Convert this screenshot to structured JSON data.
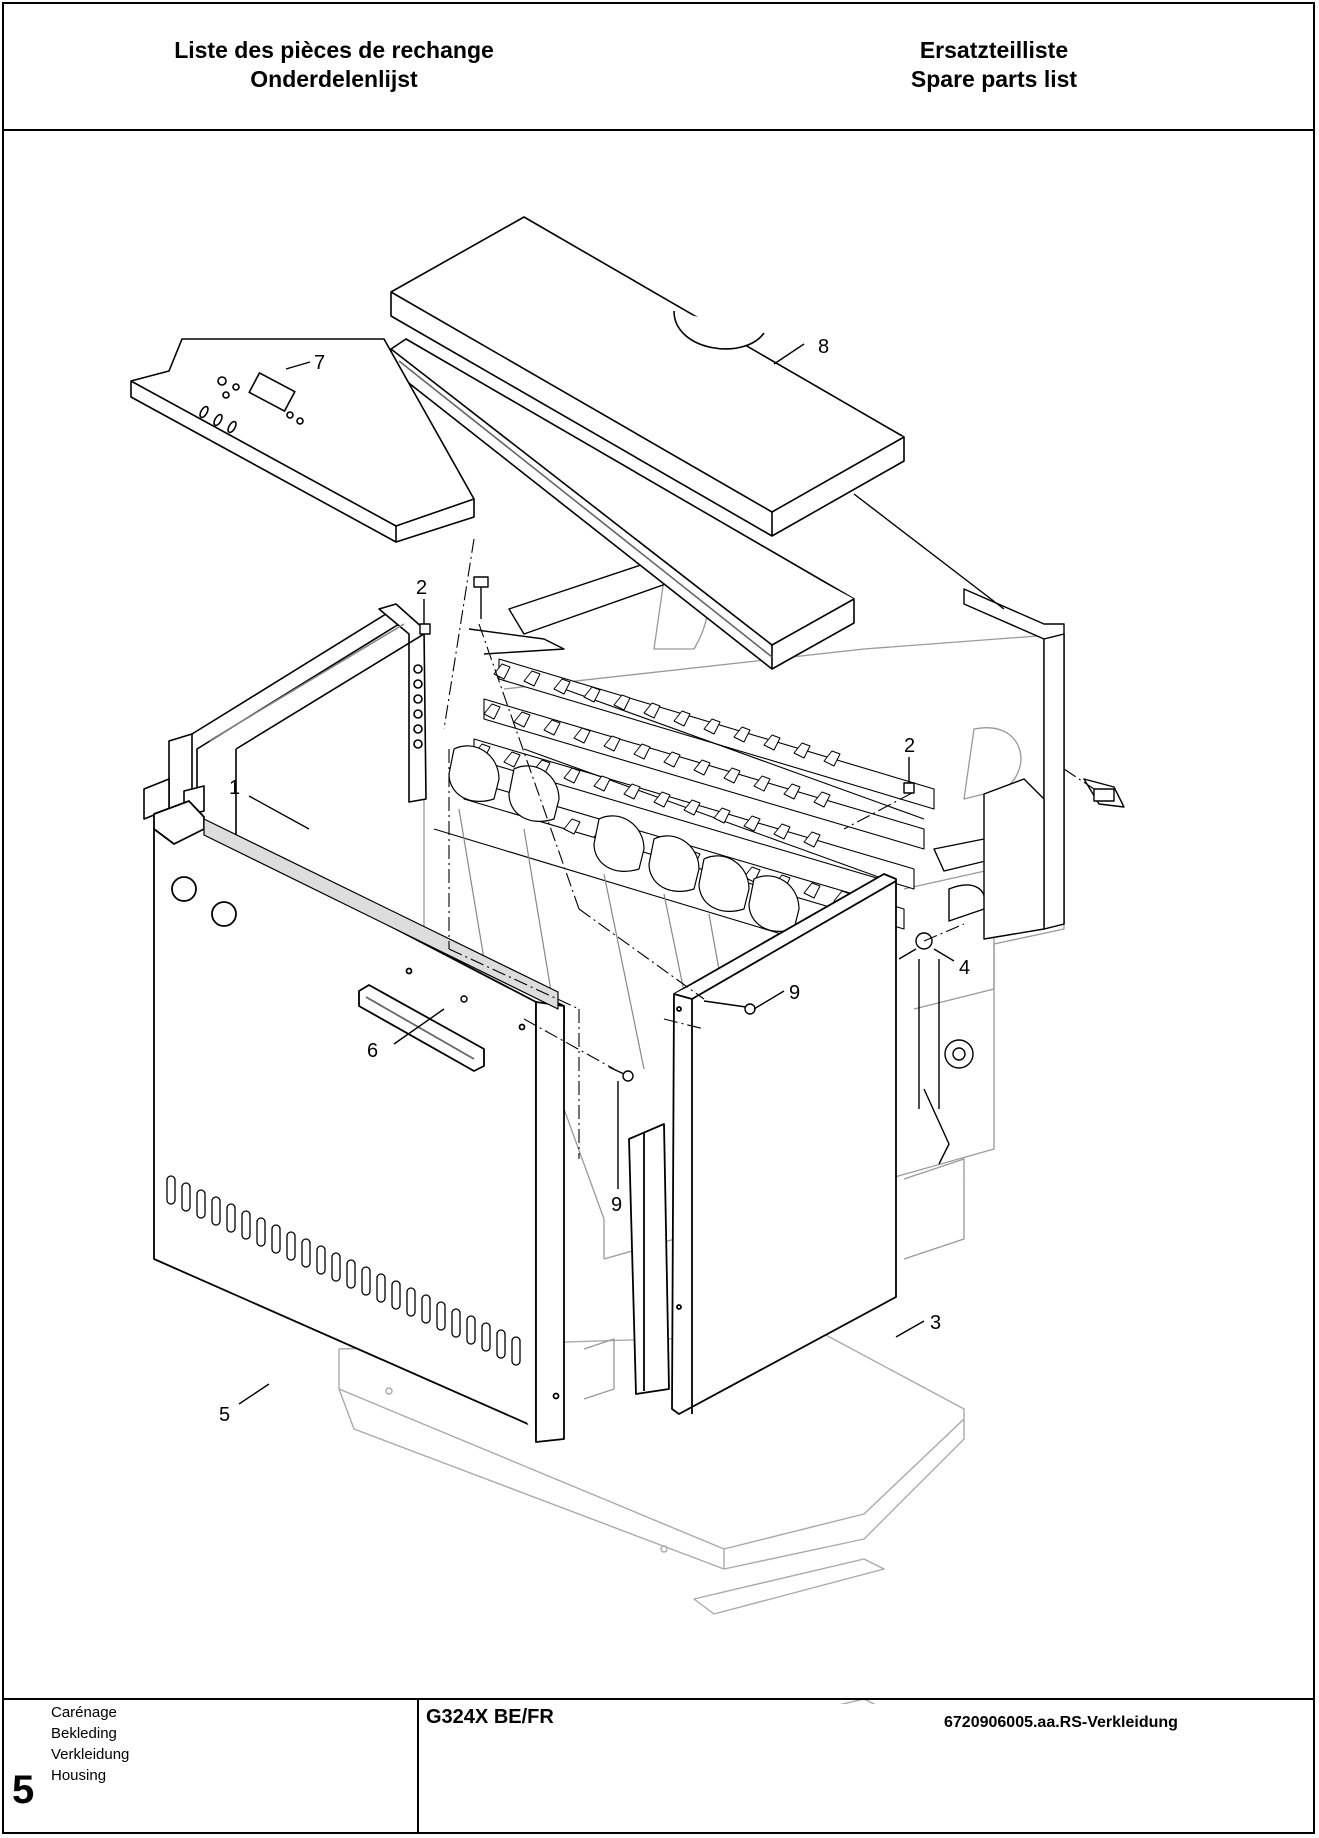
{
  "header": {
    "left_line1": "Liste des pièces de rechange",
    "left_line2": "Onderdelenlijst",
    "right_line1": "Ersatzteilliste",
    "right_line2": "Spare parts list"
  },
  "drawing": {
    "reference": "6720906005.aa.RS-Verkleidung",
    "callouts": [
      "1",
      "2",
      "2",
      "3",
      "4",
      "5",
      "6",
      "7",
      "8",
      "9",
      "9"
    ]
  },
  "footer": {
    "section_number": "5",
    "section_names": [
      "Carénage",
      "Bekleding",
      "Verkleidung",
      "Housing"
    ],
    "model": "G324X BE/FR"
  }
}
